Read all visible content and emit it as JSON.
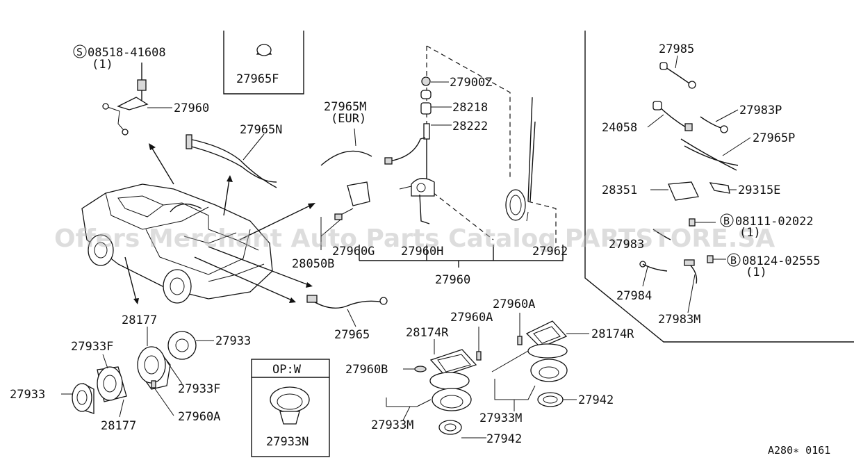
{
  "watermark": "Offers Merchant Auto Parts Catalog PARTSTORE.SA",
  "code": "A280∗ 0161",
  "labels": {
    "p08518": "08518-41608",
    "p08518_qty": "(1)",
    "p27960_top": "27960",
    "p27965F": "27965F",
    "p27965N": "27965N",
    "p27965M": "27965M",
    "eur": "(EUR)",
    "p27900Z": "27900Z",
    "p28218": "28218",
    "p28222": "28222",
    "p27960G": "27960G",
    "p27960H": "27960H",
    "p27962": "27962",
    "p27960_mid": "27960",
    "p28050B": "28050B",
    "p27965": "27965",
    "p27985": "27985",
    "p27983P": "27983P",
    "p24058": "24058",
    "p27965P": "27965P",
    "p28351": "28351",
    "p29315E": "29315E",
    "p08111": "08111-02022",
    "p08111_qty": "(1)",
    "p27983": "27983",
    "p08124": "08124-02555",
    "p08124_qty": "(1)",
    "p27984": "27984",
    "p27983M": "27983M",
    "p28177_top": "28177",
    "p27933F_left": "27933F",
    "p27933_right": "27933",
    "p27933F_right": "27933F",
    "p27933_left": "27933",
    "p27960A_left": "27960A",
    "p28177_bottom": "28177",
    "opw": "OP:W",
    "p27933N": "27933N",
    "p28174R_left": "28174R",
    "p27960A_mid": "27960A",
    "p27960A_right": "27960A",
    "p28174R_right": "28174R",
    "p27960B": "27960B",
    "p27942_mid": "27942",
    "p27933M_left": "27933M",
    "p27942_bottom": "27942",
    "p27933M_right": "27933M",
    "circ_S": "S",
    "circ_B1": "B",
    "circ_B2": "B"
  }
}
